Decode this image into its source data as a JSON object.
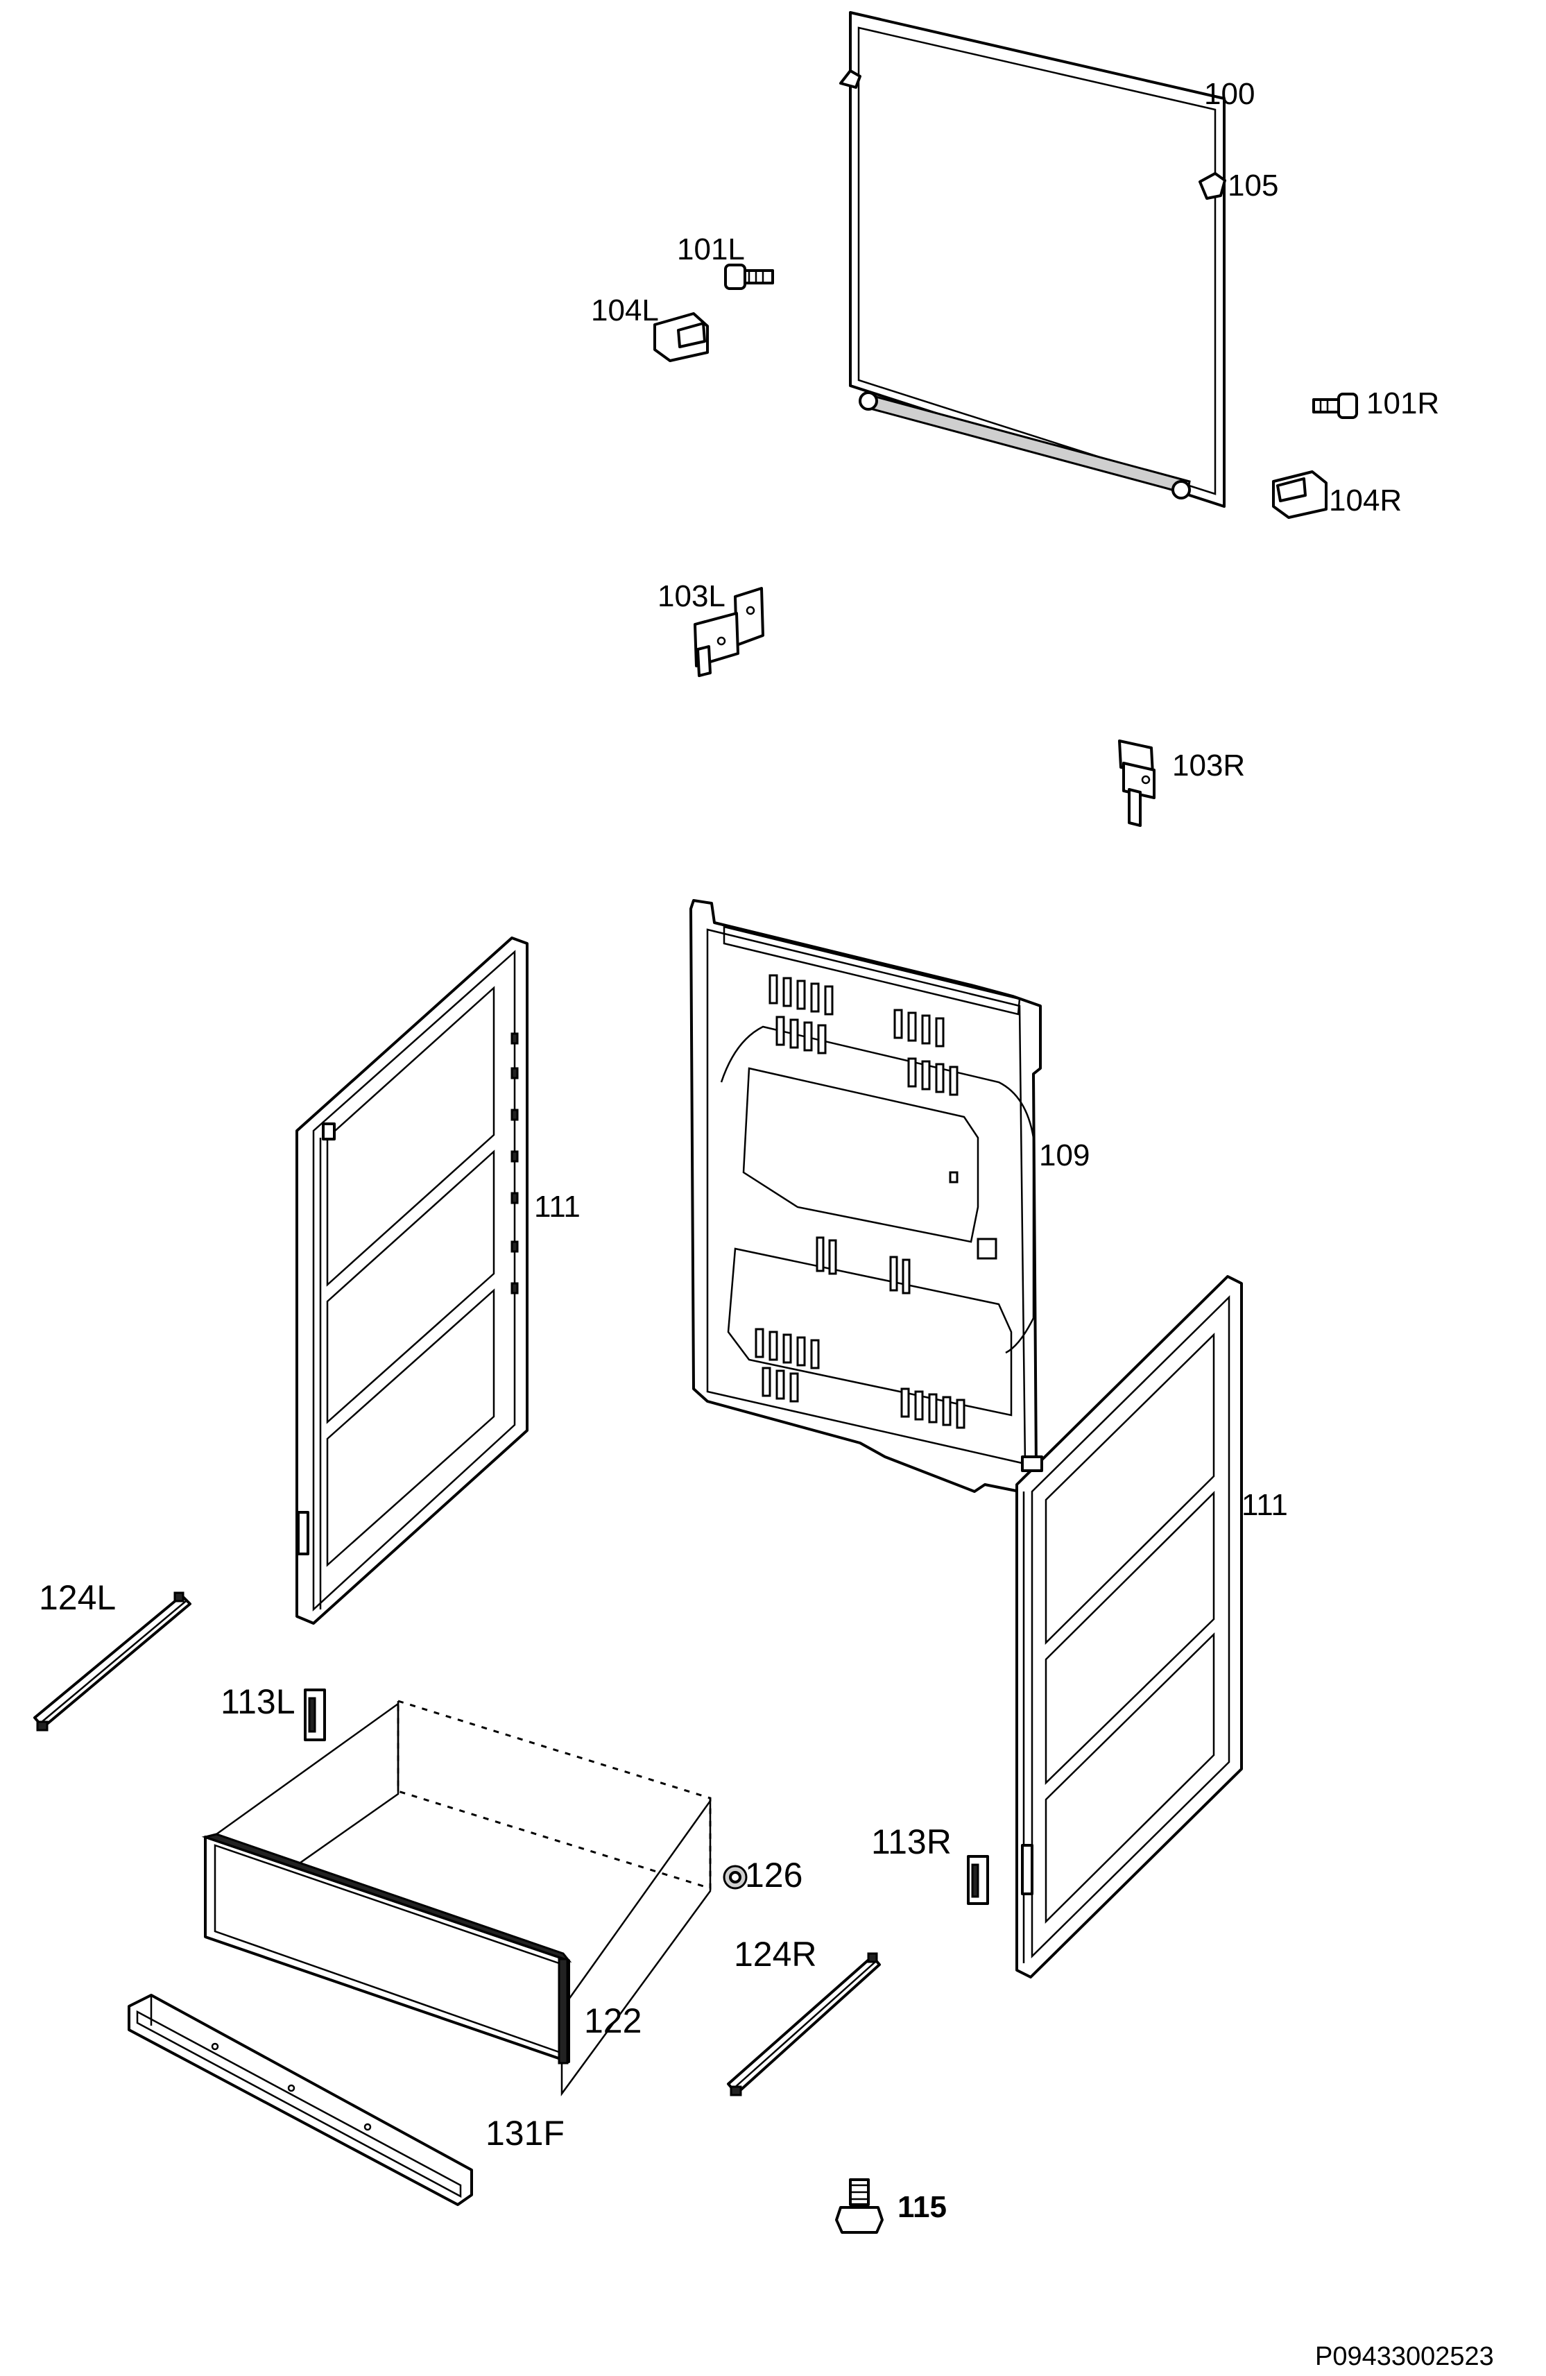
{
  "labels": {
    "p100": "100",
    "p105": "105",
    "p101L": "101L",
    "p104L": "104L",
    "p101R": "101R",
    "p104R": "104R",
    "p103L": "103L",
    "p103R": "103R",
    "p109": "109",
    "p111_left": "111",
    "p111_right": "111",
    "p124L": "124L",
    "p113L": "113L",
    "p126": "126",
    "p113R": "113R",
    "p124R": "124R",
    "p122": "122",
    "p131F": "131F",
    "p115": "115"
  },
  "reference": "P09433002523"
}
